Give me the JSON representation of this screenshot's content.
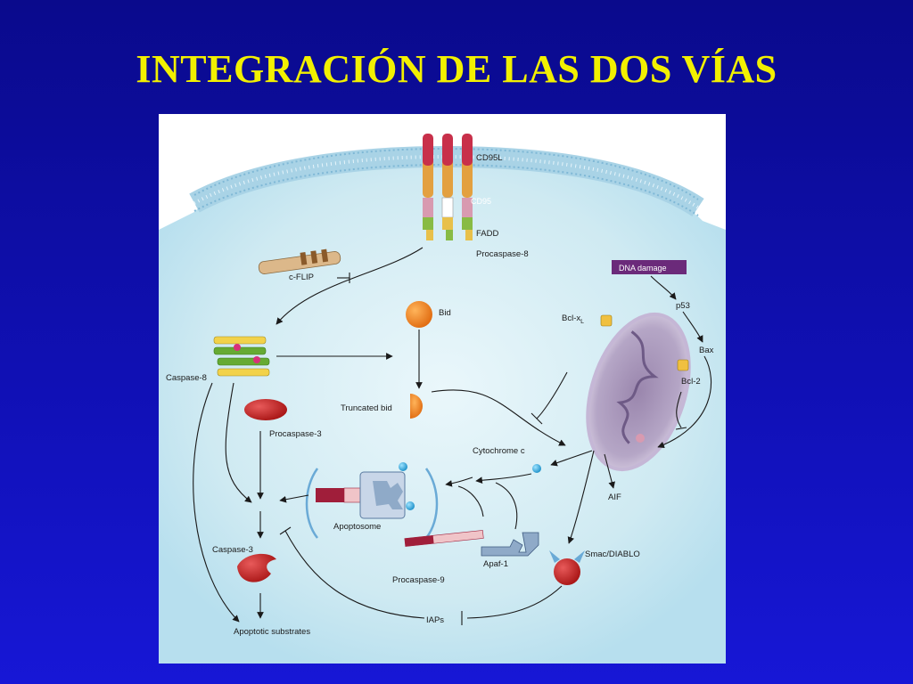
{
  "slide": {
    "title": "INTEGRACIÓN DE LAS DOS VÍAS"
  },
  "diagram": {
    "labels": {
      "cd95l": "CD95L",
      "cd95": "CD95",
      "fadd": "FADD",
      "procaspase8": "Procaspase-8",
      "cflip": "c-FLIP",
      "dna_damage": "DNA damage",
      "p53": "p53",
      "bid": "Bid",
      "bclxl": "Bcl-x",
      "bclxl_sub": "L",
      "bax": "Bax",
      "bcl2": "Bcl-2",
      "caspase8": "Caspase-8",
      "truncated_bid": "Truncated bid",
      "procaspase3": "Procaspase-3",
      "cytochrome_c": "Cytochrome c",
      "aif": "AIF",
      "apoptosome": "Apoptosome",
      "caspase3": "Caspase-3",
      "apaf1": "Apaf-1",
      "smac": "Smac/DIABLO",
      "procaspase9": "Procaspase-9",
      "iaps": "IAPs",
      "apoptotic_substrates": "Apoptotic substrates"
    },
    "colors": {
      "background": "#1010b4",
      "title": "#f2f000",
      "cytoplasm": "#cfeaf2",
      "membrane": "#a9d3e6",
      "mitochondrion": "#8e7ea6",
      "dna_damage_box": "#6b2a7a"
    }
  }
}
